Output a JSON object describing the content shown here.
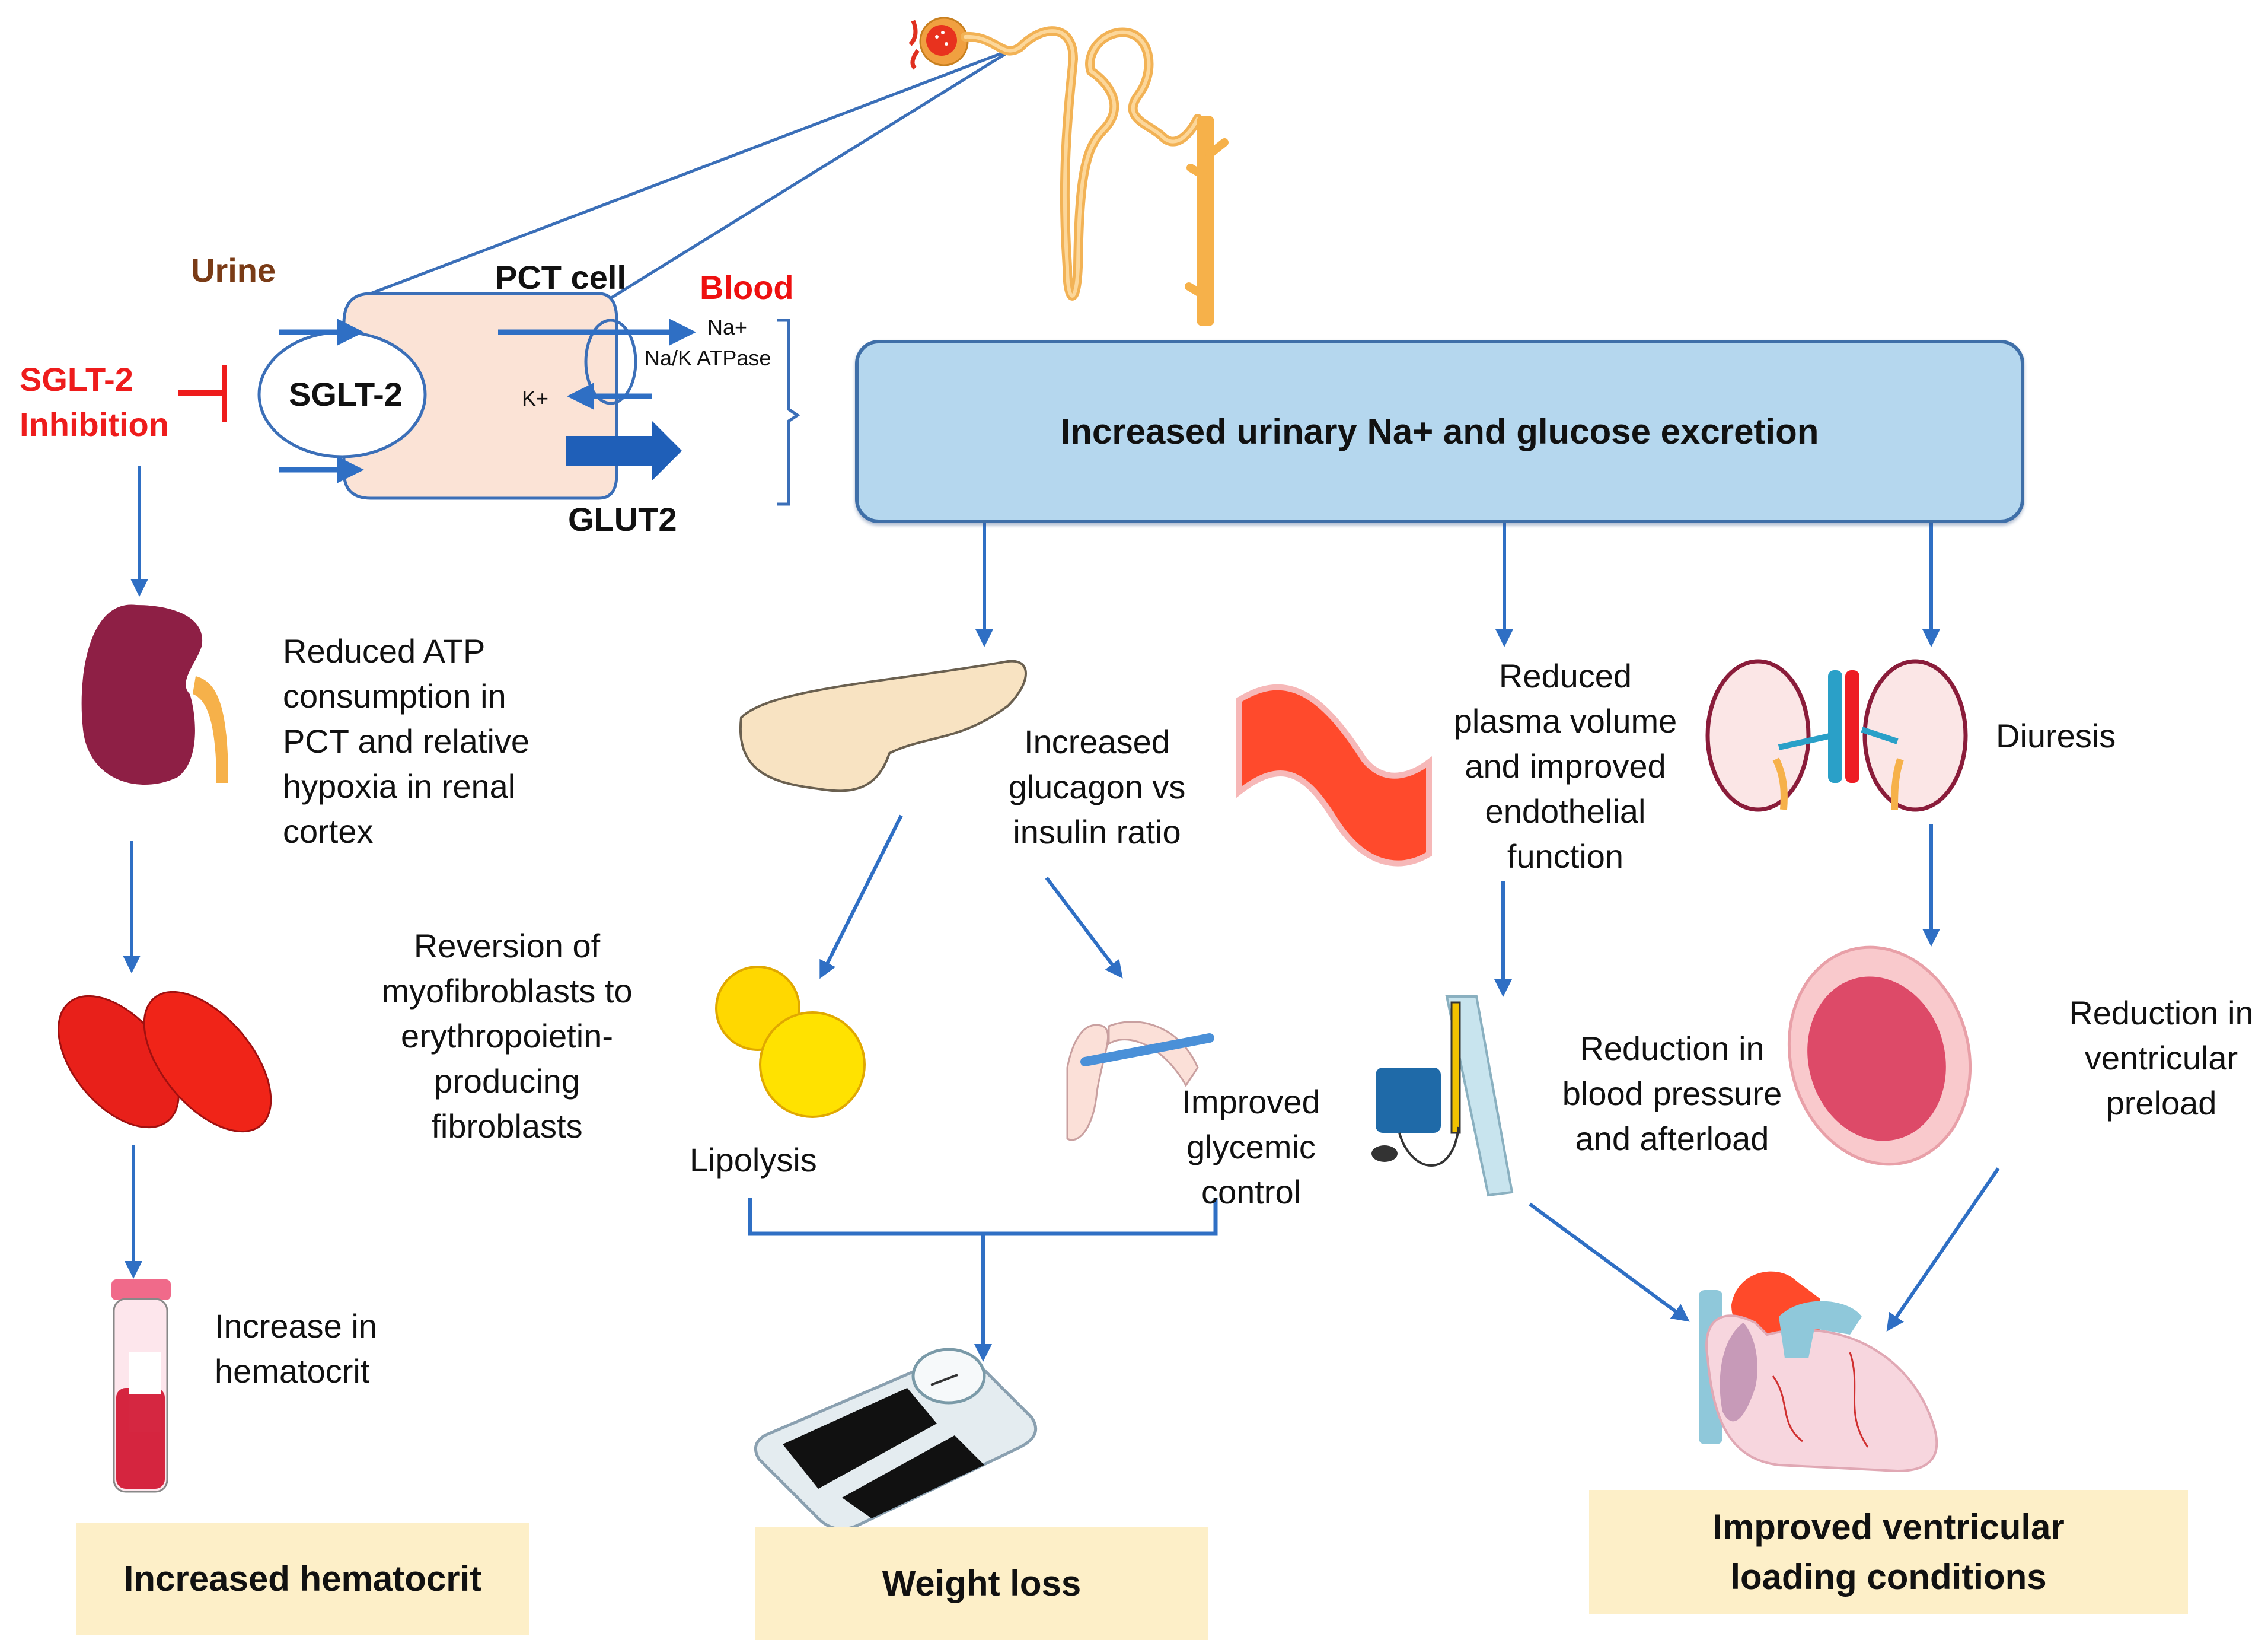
{
  "colors": {
    "arrow": "#2f6fc4",
    "inhibition": "#ee1c1c",
    "urine_label": "#7a3b16",
    "blood_label": "#ee1010",
    "main_box_fill": "#b5d7ee",
    "main_box_border": "#3f6fa8",
    "cell_fill": "#fbe3d6",
    "outcome_fill": "#fdefc8"
  },
  "top": {
    "urine_label": "Urine",
    "pct_cell_label": "PCT cell",
    "blood_label": "Blood",
    "sglt2_inhibition_label": "SGLT-2\nInhibition",
    "sglt2_transporter_label": "SGLT-2",
    "na_label": "Na+",
    "na_k_atpase_label": "Na/K ATPase",
    "k_label": "K+",
    "glut2_label": "GLUT2",
    "icons": [
      "nephron-icon",
      "collecting-duct-icon"
    ]
  },
  "main_box": {
    "label": "Increased urinary Na+ and glucose excretion"
  },
  "left_branch": {
    "kidney_text": "Reduced ATP\nconsumption in\nPCT and relative\nhypoxia in renal\ncortex",
    "rbc_text": "Reversion of\nmyofibroblasts to\nerythropoietin-\nproducing\nfibroblasts",
    "tube_text": "Increase in\nhematocrit",
    "outcome": "Increased hematocrit",
    "icons": [
      "kidney-icon",
      "red-blood-cells-icon",
      "blood-tube-icon"
    ]
  },
  "middle_branch": {
    "pancreas_text": "Increased\nglucagon vs\ninsulin ratio",
    "lipolysis_text": "Lipolysis",
    "glycemic_text": "Improved\nglycemic\ncontrol",
    "outcome": "Weight loss",
    "icons": [
      "pancreas-icon",
      "fat-cells-icon",
      "glucose-test-icon",
      "scale-icon"
    ]
  },
  "right_branch": {
    "vessel_text": "Reduced\nplasma volume\nand improved\nendothelial\nfunction",
    "diuresis_text": "Diuresis",
    "bp_text": "Reduction in\nblood pressure\nand afterload",
    "preload_text": "Reduction in\nventricular\npreload",
    "outcome": "Improved ventricular\nloading conditions",
    "icons": [
      "blood-vessel-icon",
      "kidneys-icon",
      "sphygmomanometer-icon",
      "ventricle-icon",
      "heart-icon"
    ]
  }
}
